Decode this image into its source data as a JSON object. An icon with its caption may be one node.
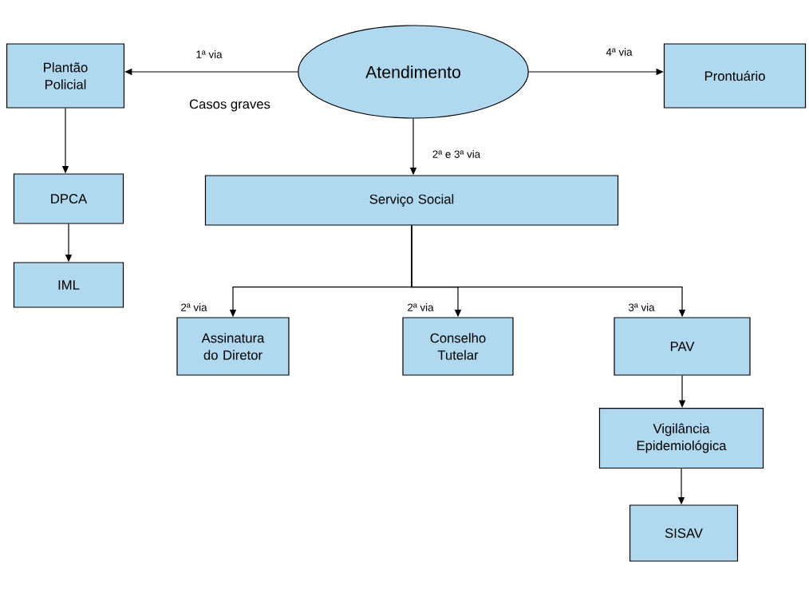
{
  "diagram": {
    "nodes": [
      {
        "text": [
          "Plantão Policial"
        ]
      },
      {
        "text": [
          "Atendimento"
        ]
      },
      {
        "text": [
          "Prontuário"
        ]
      },
      {
        "text": [
          "DPCA"
        ]
      },
      {
        "text": [
          "IML"
        ]
      },
      {
        "text": [
          "Serviço Social"
        ]
      },
      {
        "text": [
          "Assinatura do Diretor"
        ]
      },
      {
        "text": [
          "Conselho Tutelar"
        ]
      },
      {
        "text": [
          "PAV"
        ]
      },
      {
        "text": [
          "Vigilância Epidemiológica"
        ]
      },
      {
        "text": [
          "SISAV"
        ]
      }
    ],
    "edges": [
      {
        "from": 1,
        "to": 0,
        "arrow": "to",
        "label": "1ª via"
      },
      {
        "from": 1,
        "to": 2,
        "arrow": "to",
        "label": "4ª via"
      },
      {
        "from": 0,
        "to": 3,
        "arrow": "to"
      },
      {
        "from": 3,
        "to": 4,
        "arrow": "to"
      },
      {
        "from": 1,
        "to": 5,
        "arrow": "to",
        "label": "2ª e 3ª via"
      },
      {
        "from": 5,
        "to": 6,
        "arrow": "to",
        "label": "2ª via"
      },
      {
        "from": 5,
        "to": 7,
        "arrow": "to",
        "label": "2ª via"
      },
      {
        "from": 5,
        "to": 8,
        "arrow": "to",
        "label": "3ª via"
      },
      {
        "from": 8,
        "to": 9,
        "arrow": "to"
      },
      {
        "from": 9,
        "to": 10,
        "arrow": "to"
      }
    ],
    "labels": [
      "Casos graves"
    ]
  }
}
